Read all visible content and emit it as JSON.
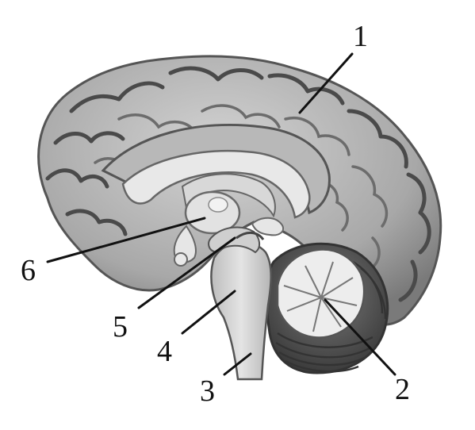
{
  "labels": {
    "l1": "1",
    "l2": "2",
    "l3": "3",
    "l4": "4",
    "l5": "5",
    "l6": "6"
  },
  "colors": {
    "cortex_fill": "#a9a9a9",
    "cortex_light": "#cfcfcf",
    "sulcus": "#4a4a4a",
    "white_matter": "#e6e6e6",
    "brainstem": "#d9d9d9",
    "cerebellum_dark": "#555555",
    "line": "#111111"
  }
}
